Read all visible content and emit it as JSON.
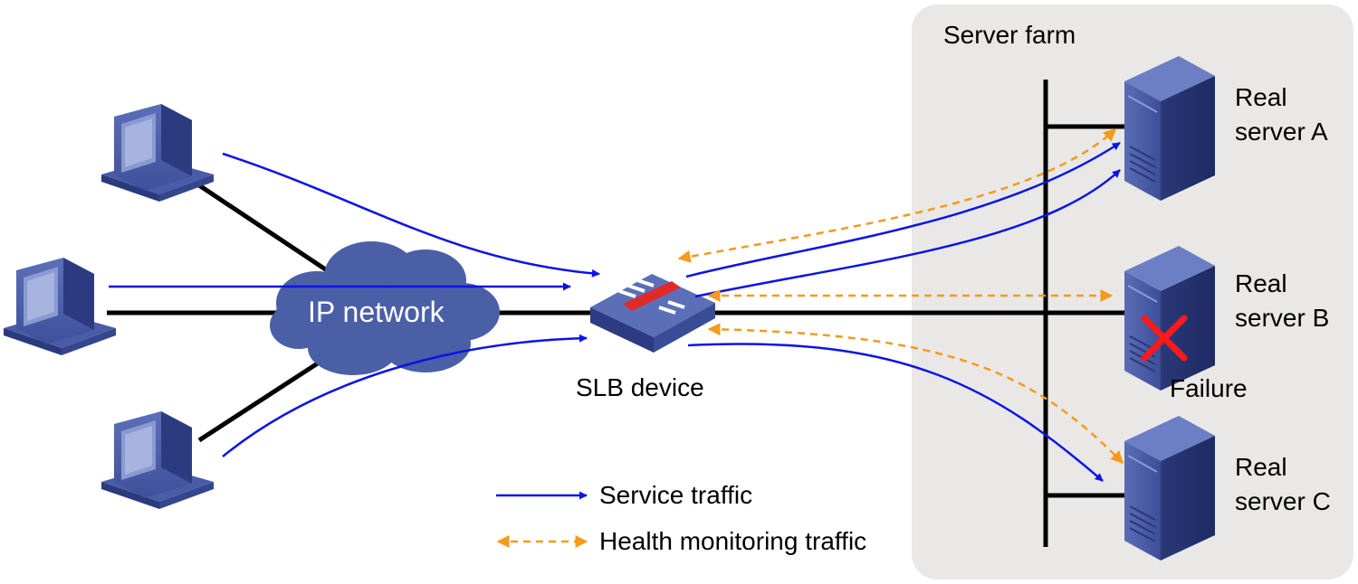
{
  "labels": {
    "server_farm": "Server farm",
    "ip_network": "IP network",
    "slb_device": "SLB device",
    "failure": "Failure"
  },
  "servers": [
    {
      "line1": "Real",
      "line2": "server A"
    },
    {
      "line1": "Real",
      "line2": "server B"
    },
    {
      "line1": "Real",
      "line2": "server C"
    }
  ],
  "legend": {
    "service": "Service traffic",
    "health": "Health monitoring traffic"
  },
  "colors": {
    "service_traffic": "#0a14e6",
    "health_traffic": "#f59a1b",
    "failure_mark": "#ff1a1a",
    "farm_background": "#e9e8e6",
    "cloud": "#4a5fa6"
  }
}
